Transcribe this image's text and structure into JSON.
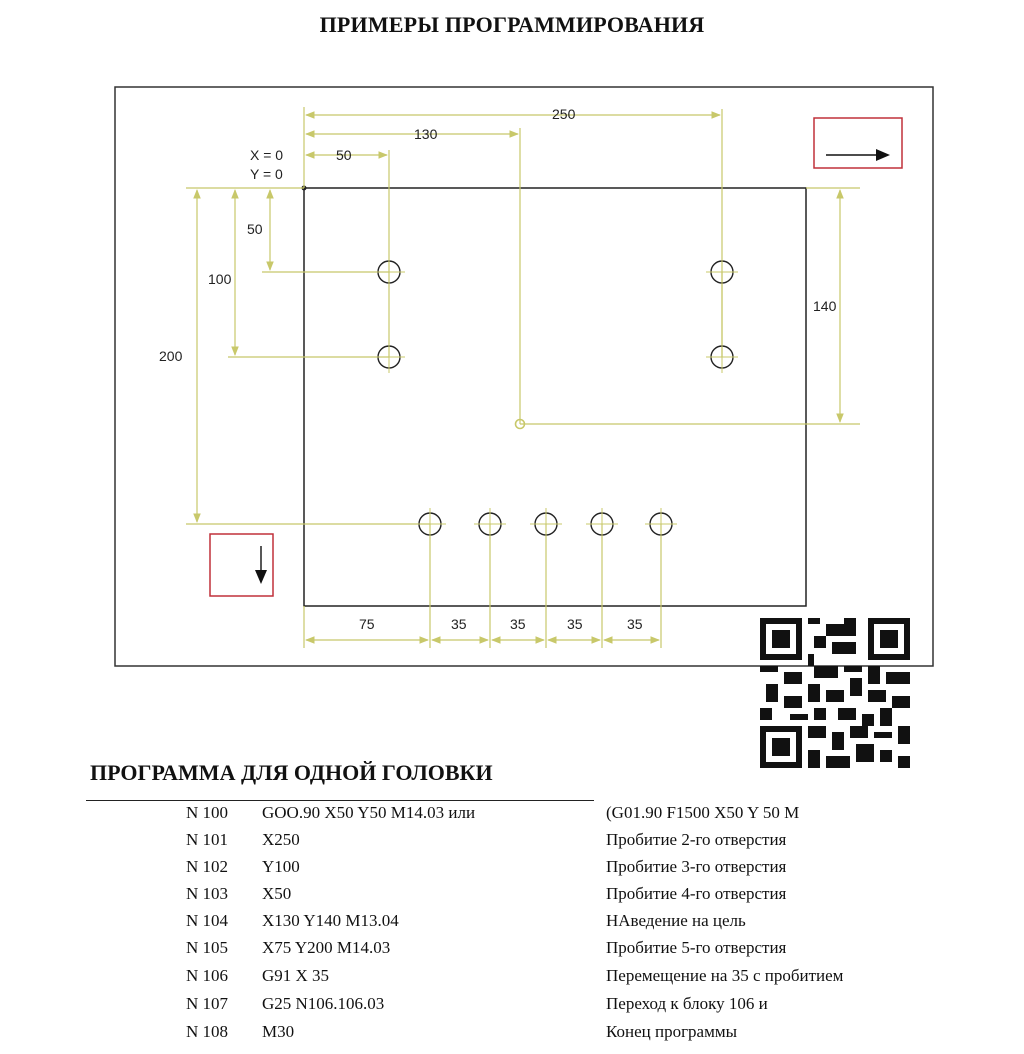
{
  "title": "ПРИМЕРЫ ПРОГРАММИРОВАНИЯ",
  "drawing": {
    "origin_x": "X = 0",
    "origin_y": "Y = 0",
    "dimensions": {
      "top_250": "250",
      "top_130": "130",
      "top_50": "50",
      "left_50": "50",
      "left_100": "100",
      "left_200": "200",
      "right_140": "140",
      "bottom_75": "75",
      "bottom_35_a": "35",
      "bottom_35_b": "35",
      "bottom_35_c": "35",
      "bottom_35_d": "35"
    },
    "colors": {
      "outline": "#222222",
      "dimension": "#c8c86a",
      "indicator": "#c0303a"
    }
  },
  "program": {
    "heading": "ПРОГРАММА ДЛЯ ОДНОЙ ГОЛОВКИ",
    "rows": [
      {
        "n": "N 100",
        "cmd": "GOO.90   X50   Y50   M14.03   или",
        "note": "(G01.90   F1500   X50   Y 50   M"
      },
      {
        "n": "N 101",
        "cmd": "X250",
        "note": "Пробитие 2-го отверстия"
      },
      {
        "n": "N 102",
        "cmd": "Y100",
        "note": "Пробитие 3-го отверстия"
      },
      {
        "n": "N 103",
        "cmd": "X50",
        "note": "Пробитие 4-го отверстия"
      },
      {
        "n": "N 104",
        "cmd": "X130   Y140   M13.04",
        "note": "НАведение на цель"
      },
      {
        "n": "N 105",
        "cmd": "X75   Y200   M14.03",
        "note": "Пробитие 5-го отверстия"
      },
      {
        "n": "N 106",
        "cmd": "G91   X 35",
        "note": "Перемещение на 35 с пробитием"
      },
      {
        "n": "N 107",
        "cmd": "G25   N106.106.03",
        "note": "Переход к блоку 106 и"
      },
      {
        "n": "N 108",
        "cmd": "M30",
        "note": "Конец программы"
      }
    ]
  }
}
